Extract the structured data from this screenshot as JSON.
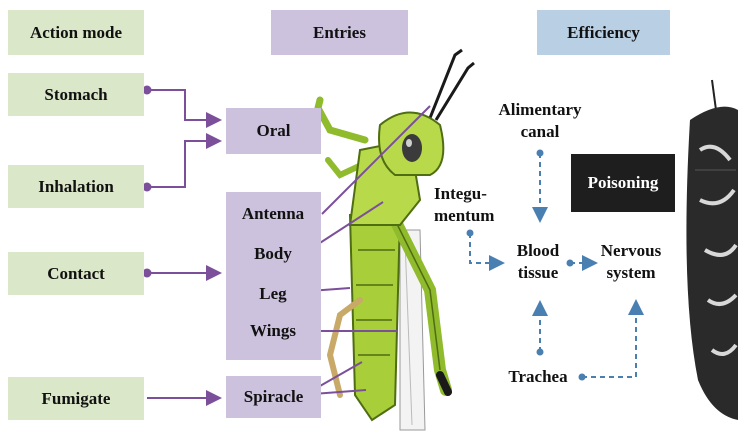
{
  "colors": {
    "green": "#dbe7c9",
    "purple": "#ccc2dd",
    "blue": "#b9cfe4",
    "dark": "#1e1e1e",
    "arrow_purple": "#7b4f9a",
    "arrow_blue": "#4a7fb2",
    "grasshopper_green": "#a8cf3a"
  },
  "headers": {
    "action_mode": "Action mode",
    "entries": "Entries",
    "efficiency": "Efficiency"
  },
  "action_modes": [
    "Stomach",
    "Inhalation",
    "Contact",
    "Fumigate"
  ],
  "entries": {
    "oral": "Oral",
    "body_parts": [
      "Antenna",
      "Body",
      "Leg",
      "Wings"
    ],
    "spiracle": "Spiracle"
  },
  "efficiency": {
    "poisoning": "Poisoning",
    "alimentary_canal": [
      "Alimentary",
      "canal"
    ],
    "integumentum": [
      "Integu-",
      "mentum"
    ],
    "blood_tissue": [
      "Blood",
      "tissue"
    ],
    "nervous_system": [
      "Nervous",
      "system"
    ],
    "trachea": "Trachea"
  },
  "illustrations": [
    "grasshopper",
    "beetle"
  ]
}
